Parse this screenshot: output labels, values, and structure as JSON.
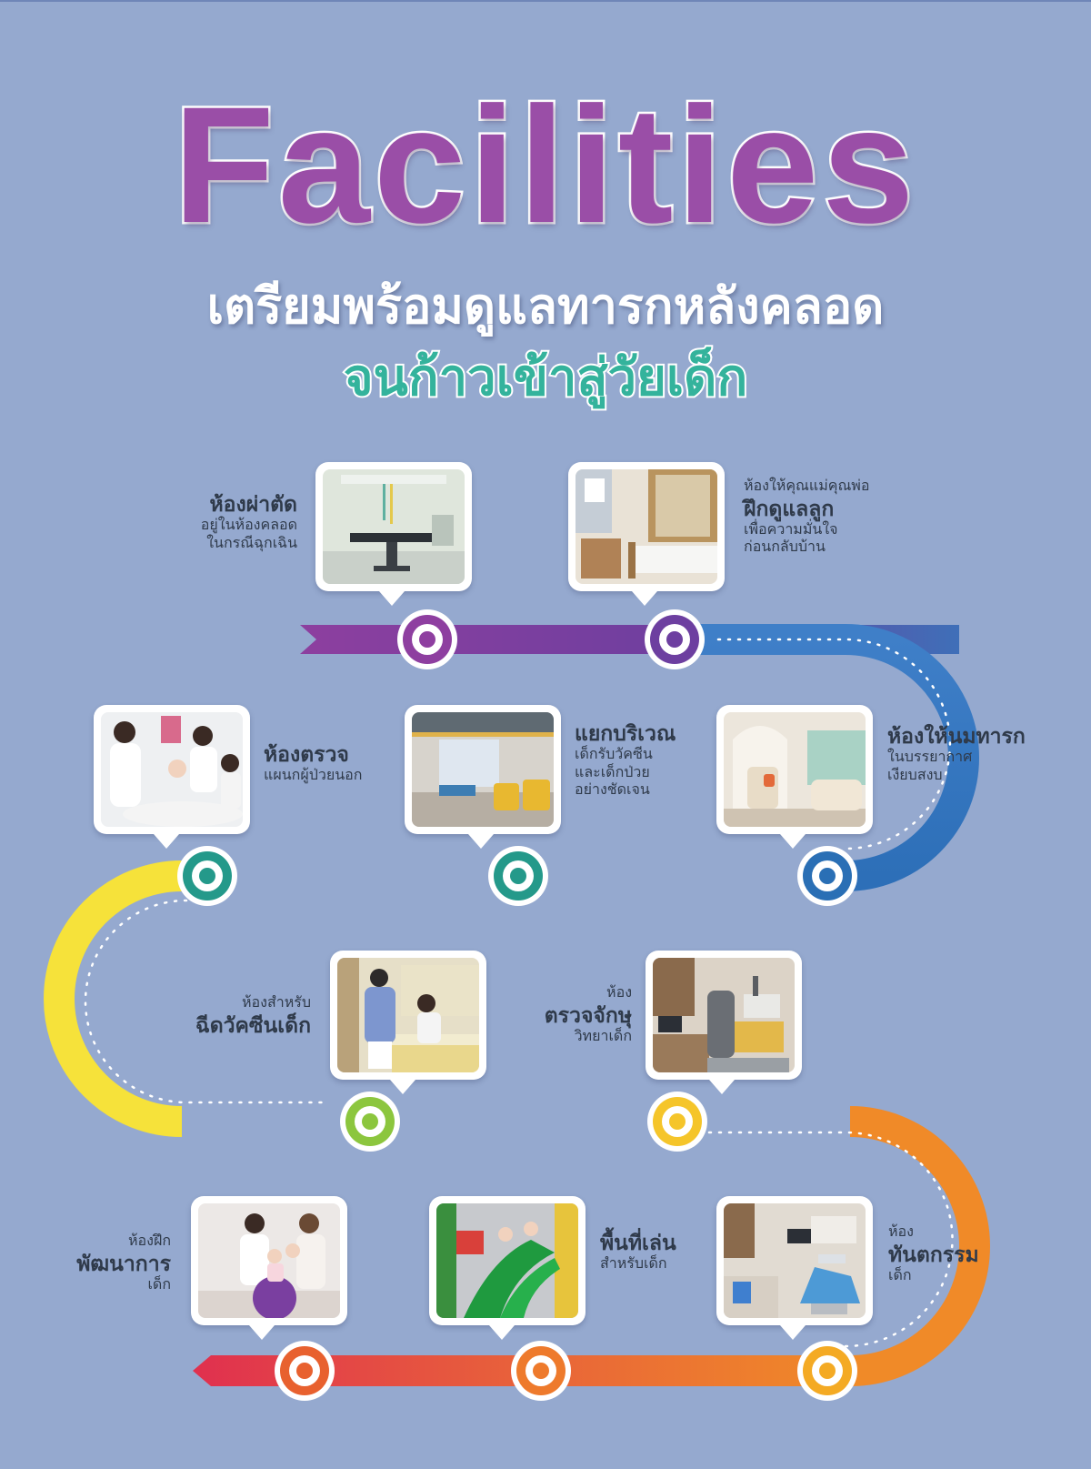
{
  "header": {
    "title": "Facilities",
    "subtitle_line1": "เตรียมพร้อมดูแลทารกหลังคลอด",
    "subtitle_line2": "จนก้าวเข้าสู่วัยเด็ก"
  },
  "colors": {
    "background": "#95a9cf",
    "title": "#9a4ea7",
    "subtitle_accent": "#34b39c"
  },
  "facilities": [
    {
      "lines": [
        "ห้องผ่าตัด",
        "อยู่ในห้องคลอด",
        "ในกรณีฉุกเฉิน"
      ],
      "icon": "operating-room-photo"
    },
    {
      "lines": [
        "ห้องให้คุณแม่คุณพ่อ",
        "ฝึกดูแลลูก",
        "เพื่อความมั่นใจ",
        "ก่อนกลับบ้าน"
      ],
      "icon": "parent-training-room-photo"
    },
    {
      "lines": [
        "ห้องตรวจ",
        "แผนกผู้ป่วยนอก"
      ],
      "icon": "examination-room-photo"
    },
    {
      "lines": [
        "แยกบริเวณ",
        "เด็กรับวัคซีน",
        "และเด็กป่วย",
        "อย่างชัดเจน"
      ],
      "icon": "separate-waiting-area-photo"
    },
    {
      "lines": [
        "ห้องให้นมทารก",
        "ในบรรยากาศ",
        "เงียบสงบ"
      ],
      "icon": "nursing-room-photo"
    },
    {
      "lines": [
        "ห้องสำหรับ",
        "ฉีดวัคซีนเด็ก"
      ],
      "icon": "vaccination-room-photo"
    },
    {
      "lines": [
        "ห้อง",
        "ตรวจจักษุ",
        "วิทยาเด็ก"
      ],
      "icon": "eye-exam-room-photo"
    },
    {
      "lines": [
        "ห้องฝึก",
        "พัฒนาการ",
        "เด็ก"
      ],
      "icon": "development-room-photo"
    },
    {
      "lines": [
        "พื้นที่เล่น",
        "สำหรับเด็ก"
      ],
      "icon": "play-area-photo"
    },
    {
      "lines": [
        "ห้อง",
        "ทันตกรรม",
        "เด็ก"
      ],
      "icon": "dental-room-photo"
    }
  ]
}
